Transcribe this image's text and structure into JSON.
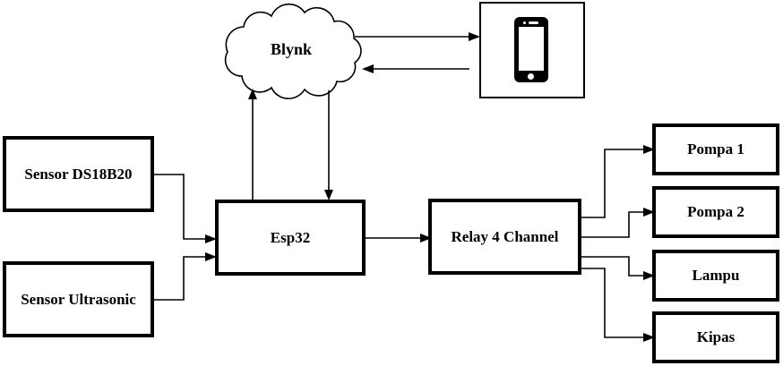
{
  "diagram": {
    "description": "Block diagram of a Blynk IoT control system",
    "nodes": {
      "blynk": {
        "label": "Blynk",
        "shape": "cloud"
      },
      "smartphone": {
        "label": "",
        "shape": "phone-box",
        "icon": "smartphone-icon"
      },
      "sensor_ds18b20": {
        "label": "Sensor DS18B20",
        "shape": "rect"
      },
      "sensor_ultrasonic": {
        "label": "Sensor Ultrasonic",
        "shape": "rect"
      },
      "esp32": {
        "label": "Esp32",
        "shape": "rect"
      },
      "relay": {
        "label": "Relay 4 Channel",
        "shape": "rect"
      },
      "pompa1": {
        "label": "Pompa 1",
        "shape": "rect"
      },
      "pompa2": {
        "label": "Pompa 2",
        "shape": "rect"
      },
      "lampu": {
        "label": "Lampu",
        "shape": "rect"
      },
      "kipas": {
        "label": "Kipas",
        "shape": "rect"
      }
    },
    "edges": [
      {
        "from": "blynk",
        "to": "smartphone",
        "arrow": "to"
      },
      {
        "from": "smartphone",
        "to": "blynk",
        "arrow": "to"
      },
      {
        "from": "esp32",
        "to": "blynk",
        "arrow": "to"
      },
      {
        "from": "blynk",
        "to": "esp32",
        "arrow": "to"
      },
      {
        "from": "sensor_ds18b20",
        "to": "esp32",
        "arrow": "to"
      },
      {
        "from": "sensor_ultrasonic",
        "to": "esp32",
        "arrow": "to"
      },
      {
        "from": "esp32",
        "to": "relay",
        "arrow": "to"
      },
      {
        "from": "relay",
        "to": "pompa1",
        "arrow": "to"
      },
      {
        "from": "relay",
        "to": "pompa2",
        "arrow": "to"
      },
      {
        "from": "relay",
        "to": "lampu",
        "arrow": "to"
      },
      {
        "from": "relay",
        "to": "kipas",
        "arrow": "to"
      }
    ],
    "colors": {
      "background": "#ffffff",
      "line": "#000000",
      "box_border": "#000000",
      "box_fill": "#ffffff",
      "text": "#000000"
    }
  }
}
